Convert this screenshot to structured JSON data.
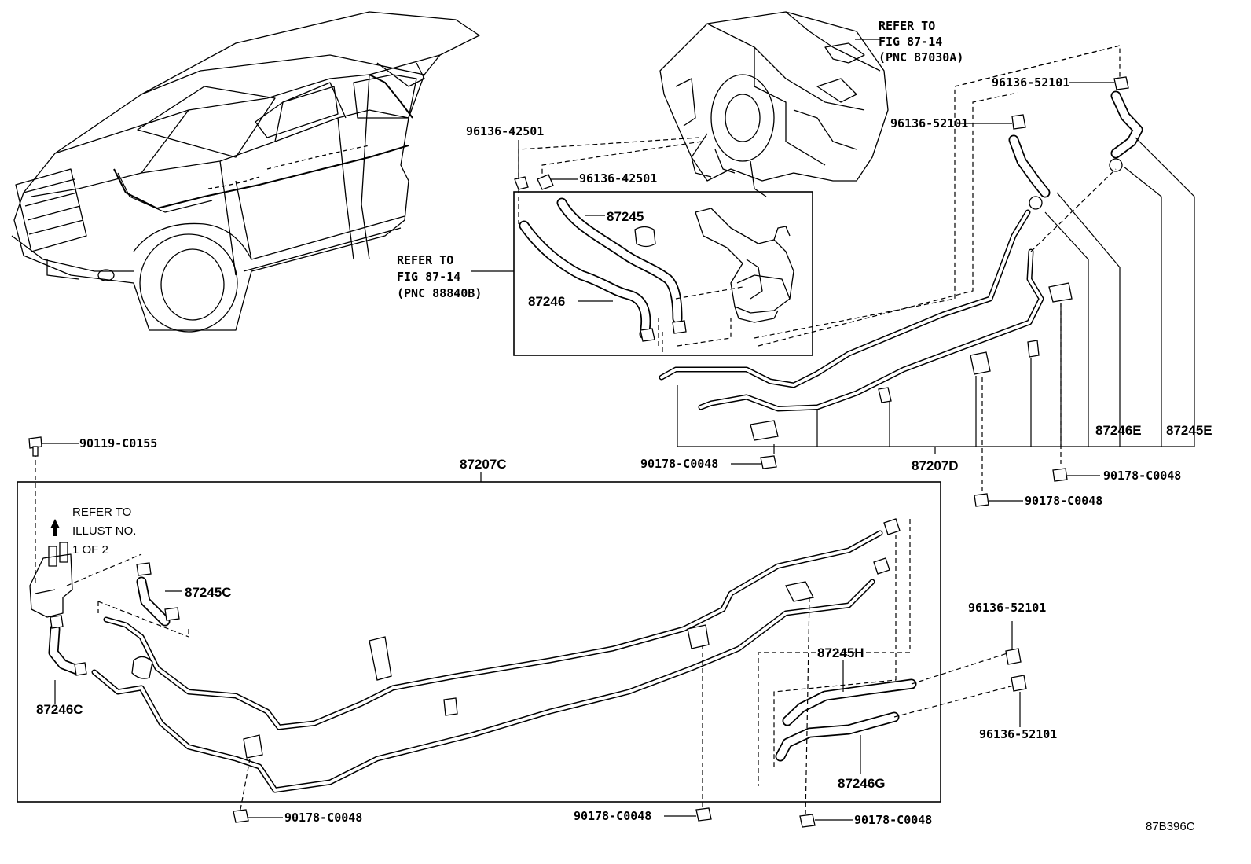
{
  "labels": {
    "refer_87030a": [
      "REFER TO",
      "FIG 87-14",
      "(PNC 87030A)"
    ],
    "refer_88840b": [
      "REFER TO",
      "FIG 87-14",
      "(PNC 88840B)"
    ],
    "refer_illust": [
      "REFER TO",
      "ILLUST NO.",
      "1 OF 2"
    ],
    "p96136_42501_a": "96136-42501",
    "p96136_42501_b": "96136-42501",
    "p87245": "87245",
    "p87246": "87246",
    "p96136_52101_a": "96136-52101",
    "p96136_52101_b": "96136-52101",
    "p96136_52101_c": "96136-52101",
    "p96136_52101_d": "96136-52101",
    "p87246E": "87246E",
    "p87245E": "87245E",
    "p90178_a": "90178-C0048",
    "p90178_b": "90178-C0048",
    "p90178_c": "90178-C0048",
    "p90178_d": "90178-C0048",
    "p90178_e": "90178-C0048",
    "p90178_f": "90178-C0048",
    "p87207D": "87207D",
    "p87207C": "87207C",
    "p90119": "90119-C0155",
    "p87245C": "87245C",
    "p87246C": "87246C",
    "p87245H": "87245H",
    "p87246G": "87246G",
    "illust_code": "87B396C"
  }
}
